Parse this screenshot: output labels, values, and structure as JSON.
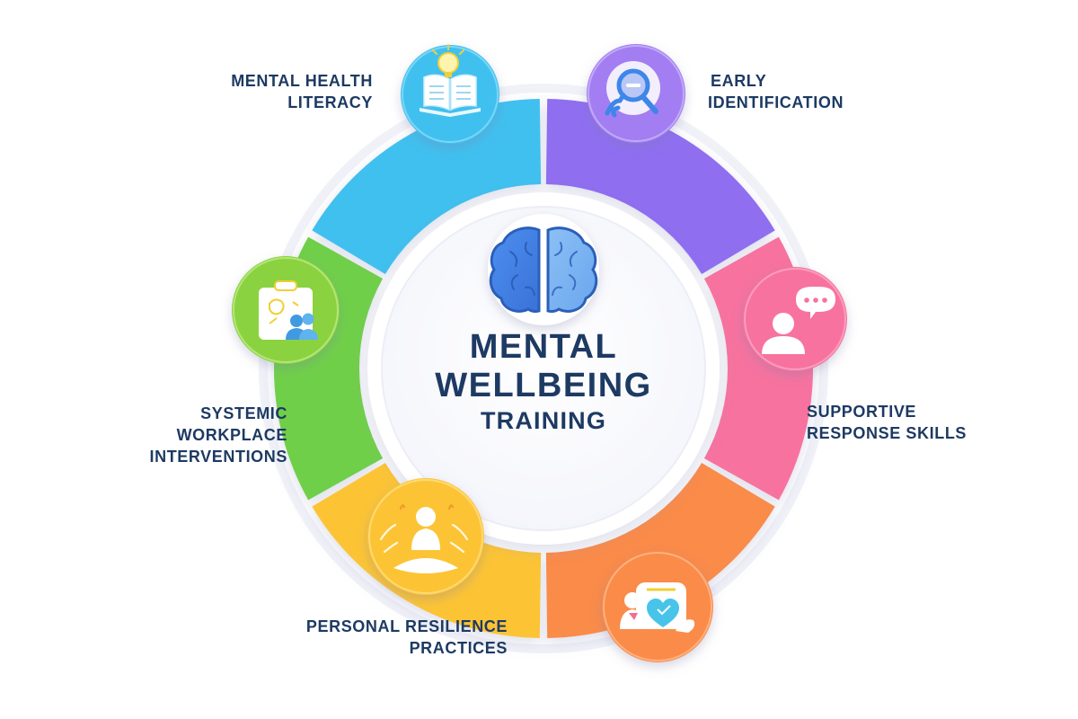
{
  "center": {
    "title_line1": "MENTAL",
    "title_line2": "WELLBEING",
    "title_line3": "TRAINING",
    "icon": "brain-icon"
  },
  "segments": [
    {
      "id": "mental-health-literacy",
      "label_line1": "MENTAL HEALTH",
      "label_line2": "LITERACY",
      "icon": "book-lightbulb-icon",
      "color": "#3fc0ef"
    },
    {
      "id": "early-identification",
      "label_line1": "EARLY",
      "label_line2": "IDENTIFICATION",
      "icon": "magnifying-glass-icon",
      "color": "#8f6ef0"
    },
    {
      "id": "supportive-response-skills",
      "label_line1": "SUPPORTIVE",
      "label_line2": "RESPONSE SKILLS",
      "icon": "person-speech-bubble-icon",
      "color": "#f7729f"
    },
    {
      "id": "care-support",
      "label_line1": "",
      "label_line2": "",
      "icon": "hands-heart-clipboard-icon",
      "color": "#fa8b4a"
    },
    {
      "id": "personal-resilience-practices",
      "label_line1": "PERSONAL RESILIENCE",
      "label_line2": "PRACTICES",
      "icon": "meditation-person-icon",
      "color": "#fcc436"
    },
    {
      "id": "systemic-workplace-interventions",
      "label_line1": "SYSTEMIC",
      "label_line2": "WORKPLACE",
      "label_line3": "INTERVENTIONS",
      "icon": "clipboard-team-icon",
      "color": "#6fcf4a"
    }
  ],
  "colors": {
    "text": "#1d3a63",
    "blue": "#3fc0ef",
    "purple": "#8f6ef0",
    "pink": "#f7729f",
    "orange": "#fa8b4a",
    "yellow": "#fcc436",
    "green": "#6fcf4a"
  }
}
